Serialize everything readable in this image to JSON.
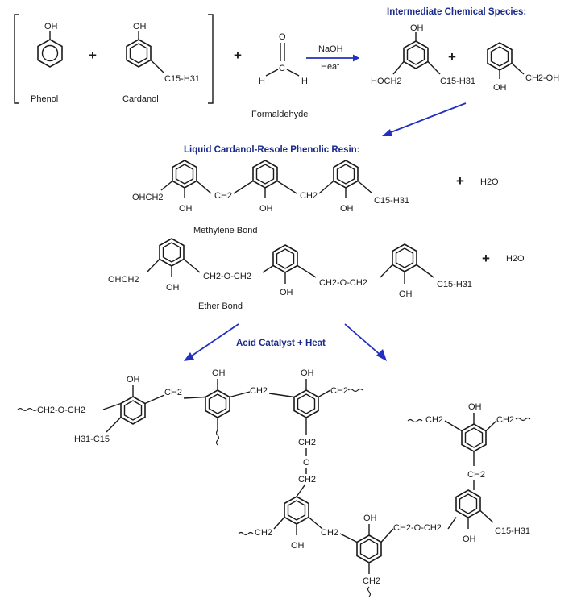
{
  "reactants": {
    "phenol": {
      "substituent": "OH",
      "name": "Phenol"
    },
    "cardanol": {
      "substituent": "OH",
      "side_chain": "C15-H31",
      "name": "Cardanol"
    },
    "formaldehyde": {
      "o": "O",
      "c": "C",
      "h": "H",
      "name": "Formaldehyde"
    },
    "plus": "+"
  },
  "conditions": {
    "base": "NaOH",
    "heat": "Heat"
  },
  "intermediate": {
    "title": "Intermediate Chemical Species:",
    "species1": {
      "oh": "OH",
      "left": "HOCH2",
      "right": "C15-H31"
    },
    "species2": {
      "oh": "OH",
      "right": "CH2-OH"
    }
  },
  "resin": {
    "title": "Liquid Cardanol-Resole Phenolic Resin:",
    "methylene": {
      "left": "OHCH2",
      "linker": "CH2",
      "oh": "OH",
      "right": "C15-H31",
      "name": "Methylene Bond",
      "byproduct": "H2O"
    },
    "ether": {
      "left": "OHCH2",
      "linker": "CH2-O-CH2",
      "oh": "OH",
      "right": "C15-H31",
      "name": "Ether Bond",
      "byproduct": "H2O"
    }
  },
  "cure": {
    "catalyst": "Acid Catalyst  +  Heat"
  },
  "network_left": {
    "oh": "OH",
    "ch2": "CH2",
    "ether": "CH2-O-CH2",
    "side_chain": "H31-C15"
  },
  "network_right": {
    "oh": "OH",
    "ch2": "CH2",
    "ether": "CH2-O-CH2",
    "side_chain": "C15-H31"
  },
  "colors": {
    "header": "#1a2a8c",
    "arrow": "#2230c0",
    "ink": "#1a1a1a"
  }
}
